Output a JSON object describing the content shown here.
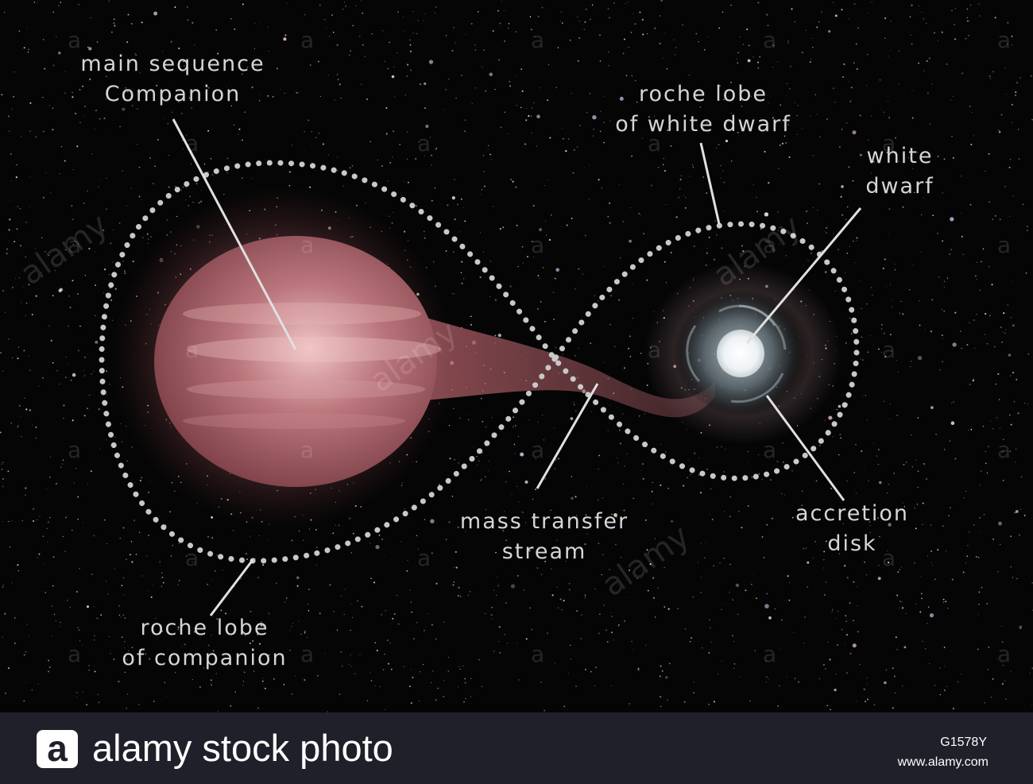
{
  "labels": {
    "main_sequence": [
      "main sequence",
      "Companion"
    ],
    "roche_white_dwarf": [
      "roche lobe",
      "of white dwarf"
    ],
    "white_dwarf": [
      "white",
      "dwarf"
    ],
    "mass_transfer": [
      "mass transfer",
      "stream"
    ],
    "accretion": [
      "accretion",
      "disk"
    ],
    "roche_companion": [
      "roche lobe",
      "of companion"
    ]
  },
  "watermark": {
    "brand_word": "alamy",
    "letter": "a"
  },
  "footer": {
    "logo_letter": "a",
    "brand": "alamy stock photo",
    "image_id": "G1578Y",
    "site": "www.alamy.com"
  },
  "colors": {
    "space": "#050505",
    "companion_star": "#a0545a",
    "white_dwarf": "#f4f6f8",
    "accretion_disk": "#7c8a90",
    "roche_dots": "#c8c8c8",
    "label_text": "#d6d6d6",
    "footer_bar": "#1f2029"
  }
}
